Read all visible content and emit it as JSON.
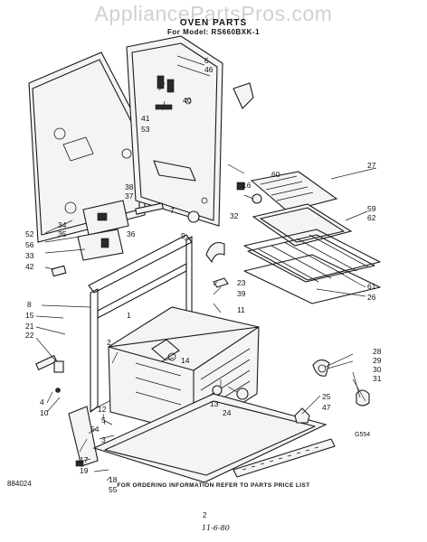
{
  "watermark": "AppliancePartsPros.com",
  "header": {
    "title": "OVEN PARTS",
    "model": "For Model: RS660BXK-1"
  },
  "footer": {
    "note": "FOR ORDERING INFORMATION REFER TO PARTS PRICE LIST",
    "page_number": "2",
    "part_code": "884024",
    "corner_code": "G554",
    "handwritten_date": "11-6-80"
  },
  "callouts": [
    "6",
    "46",
    "40",
    "41",
    "53",
    "27",
    "60",
    "16",
    "32",
    "59",
    "62",
    "38",
    "37",
    "7",
    "34",
    "35",
    "36",
    "52",
    "56",
    "33",
    "42",
    "23",
    "39",
    "11",
    "61",
    "26",
    "8",
    "15",
    "21",
    "22",
    "2",
    "14",
    "28",
    "29",
    "30",
    "31",
    "9",
    "1",
    "13",
    "24",
    "25",
    "47",
    "4",
    "10",
    "12",
    "5",
    "54",
    "17",
    "19",
    "18",
    "55",
    "3"
  ]
}
